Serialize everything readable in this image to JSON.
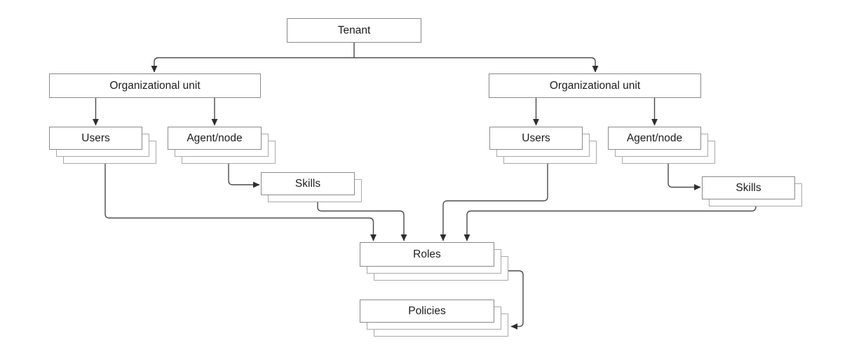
{
  "diagram": {
    "type": "hierarchy",
    "colors": {
      "background": "#ffffff",
      "box_fill": "#ffffff",
      "box_border": "#8a8a8a",
      "stack_border": "#a9a9a9",
      "connector": "#4a4a4a",
      "arrowhead": "#2d2d2d",
      "text": "#1c1c1c"
    },
    "nodes": {
      "tenant": {
        "label": "Tenant",
        "stacked": false
      },
      "ou_left": {
        "label": "Organizational unit",
        "stacked": false
      },
      "ou_right": {
        "label": "Organizational unit",
        "stacked": false
      },
      "users_left": {
        "label": "Users",
        "stacked": true
      },
      "agent_left": {
        "label": "Agent/node",
        "stacked": true
      },
      "skills_left": {
        "label": "Skills",
        "stacked": true
      },
      "users_right": {
        "label": "Users",
        "stacked": true
      },
      "agent_right": {
        "label": "Agent/node",
        "stacked": true
      },
      "skills_right": {
        "label": "Skills",
        "stacked": true
      },
      "roles": {
        "label": "Roles",
        "stacked": true
      },
      "policies": {
        "label": "Policies",
        "stacked": true
      }
    },
    "edges": [
      {
        "from": "Tenant",
        "to": "Organizational unit (left)"
      },
      {
        "from": "Tenant",
        "to": "Organizational unit (right)"
      },
      {
        "from": "Organizational unit (left)",
        "to": "Users (left)"
      },
      {
        "from": "Organizational unit (left)",
        "to": "Agent/node (left)"
      },
      {
        "from": "Agent/node (left)",
        "to": "Skills (left)"
      },
      {
        "from": "Organizational unit (right)",
        "to": "Users (right)"
      },
      {
        "from": "Organizational unit (right)",
        "to": "Agent/node (right)"
      },
      {
        "from": "Agent/node (right)",
        "to": "Skills (right)"
      },
      {
        "from": "Users (left)",
        "to": "Roles"
      },
      {
        "from": "Skills (left)",
        "to": "Roles"
      },
      {
        "from": "Users (right)",
        "to": "Roles"
      },
      {
        "from": "Skills (right)",
        "to": "Roles"
      },
      {
        "from": "Roles",
        "to": "Policies"
      }
    ]
  }
}
